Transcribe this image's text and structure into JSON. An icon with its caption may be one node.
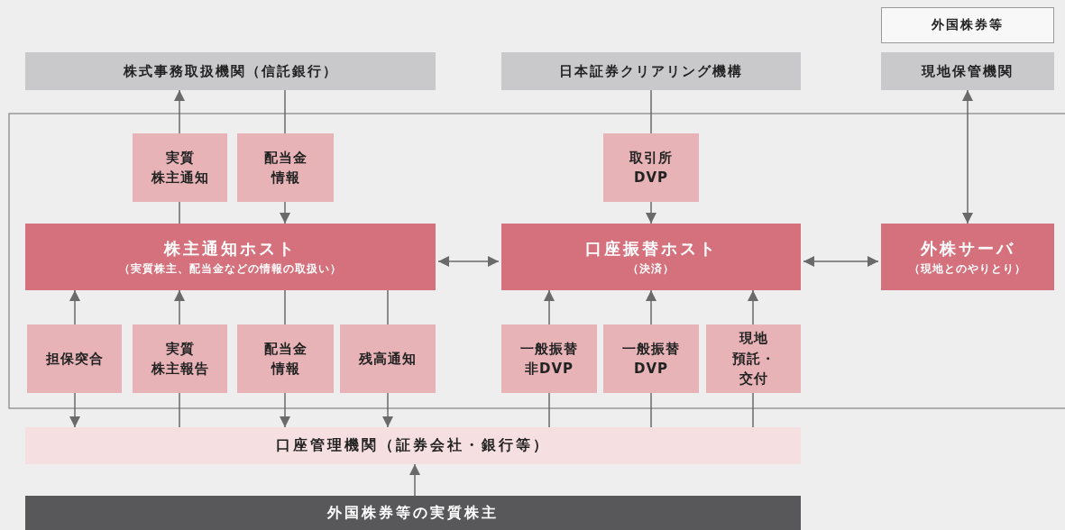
{
  "diagram": {
    "nodes": [
      {
        "text": [
          "株式事務取扱機関（信託銀行）"
        ]
      },
      {
        "text": [
          "日本証券クリアリング機構"
        ]
      },
      {
        "text": [
          "外国株券等"
        ]
      },
      {
        "text": [
          "現地保管機関"
        ]
      },
      {
        "text": [
          "実質株主通知"
        ]
      },
      {
        "text": [
          "配当金情報"
        ]
      },
      {
        "text": [
          "取引所DVP"
        ]
      },
      {
        "text": [
          "株主通知ホスト",
          "（実質株主、配当金などの情報の取扱い）"
        ]
      },
      {
        "text": [
          "口座振替ホスト",
          "（決済）"
        ]
      },
      {
        "text": [
          "外株サーバ",
          "（現地とのやりとり）"
        ]
      },
      {
        "text": [
          "担保突合"
        ]
      },
      {
        "text": [
          "実質株主報告"
        ]
      },
      {
        "text": [
          "配当金情報"
        ]
      },
      {
        "text": [
          "残高通知"
        ]
      },
      {
        "text": [
          "一般振替非DVP"
        ]
      },
      {
        "text": [
          "一般振替DVP"
        ]
      },
      {
        "text": [
          "現地預託・交付"
        ]
      },
      {
        "text": [
          "口座管理機関（証券会社・銀行等）"
        ]
      },
      {
        "text": [
          "外国株券等の実質株主"
        ]
      }
    ],
    "edges": [
      {
        "from": 7,
        "to": 4,
        "arrow": "none"
      },
      {
        "from": 4,
        "to": 0,
        "arrow": "to"
      },
      {
        "from": 0,
        "to": 5,
        "arrow": "none"
      },
      {
        "from": 5,
        "to": 7,
        "arrow": "to"
      },
      {
        "from": 1,
        "to": 6,
        "arrow": "none"
      },
      {
        "from": 6,
        "to": 8,
        "arrow": "to"
      },
      {
        "from": 3,
        "to": 9,
        "arrow": "both"
      },
      {
        "from": 7,
        "to": 8,
        "arrow": "both"
      },
      {
        "from": 8,
        "to": 9,
        "arrow": "both"
      },
      {
        "from": 10,
        "to": 7,
        "arrow": "to"
      },
      {
        "from": 10,
        "to": 17,
        "arrow": "to"
      },
      {
        "from": 17,
        "to": 11,
        "arrow": "none"
      },
      {
        "from": 11,
        "to": 7,
        "arrow": "to"
      },
      {
        "from": 7,
        "to": 12,
        "arrow": "none"
      },
      {
        "from": 12,
        "to": 17,
        "arrow": "to"
      },
      {
        "from": 7,
        "to": 13,
        "arrow": "none"
      },
      {
        "from": 13,
        "to": 17,
        "arrow": "to"
      },
      {
        "from": 17,
        "to": 14,
        "arrow": "none"
      },
      {
        "from": 14,
        "to": 8,
        "arrow": "to"
      },
      {
        "from": 17,
        "to": 15,
        "arrow": "none"
      },
      {
        "from": 15,
        "to": 8,
        "arrow": "to"
      },
      {
        "from": 17,
        "to": 16,
        "arrow": "none"
      },
      {
        "from": 16,
        "to": 8,
        "arrow": "to"
      },
      {
        "from": 18,
        "to": 17,
        "arrow": "to"
      }
    ]
  }
}
